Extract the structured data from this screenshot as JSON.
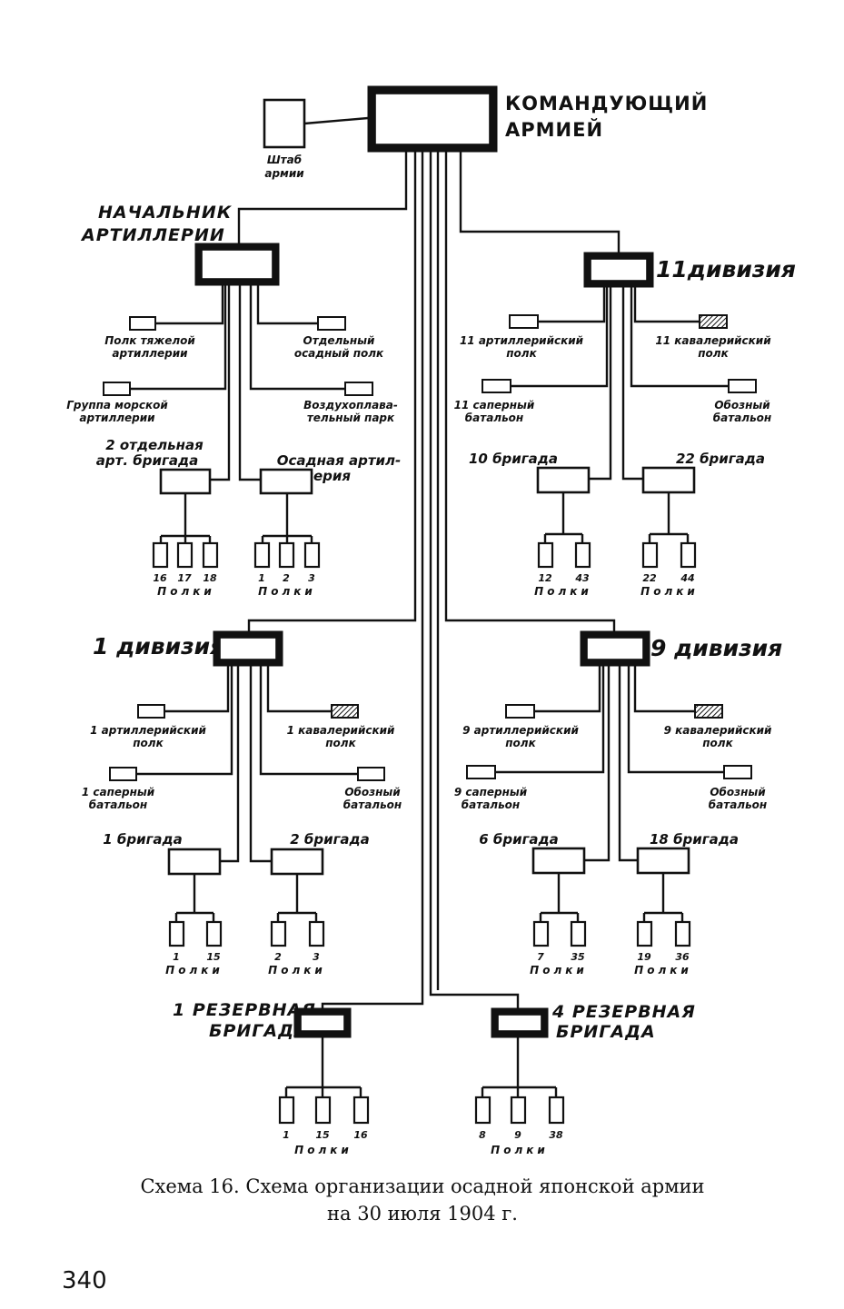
{
  "diagram": {
    "commander": [
      "КОМАНДУЮЩИЙ",
      "АРМИЕЙ"
    ],
    "staff": [
      "Штаб",
      "армии"
    ],
    "artillery_chief": [
      "НАЧАЛЬНИК",
      "АРТИЛЛЕРИИ"
    ],
    "art_units": {
      "heavy": [
        "Полк тяжелой",
        "артиллерии"
      ],
      "siege_regiment": [
        "Отдельный",
        "осадный полк"
      ],
      "naval": [
        "Группа морской",
        "артиллерии"
      ],
      "balloon": [
        "Воздухоплава-",
        "тельный парк"
      ],
      "brigade2": [
        "2 отдельная",
        "арт. бригада"
      ],
      "siege_art": [
        "Осадная артил-",
        "лерия"
      ],
      "brigade2_regs": [
        "16",
        "17",
        "18"
      ],
      "siege_art_regs": [
        "1",
        "2",
        "3"
      ],
      "polki": "Полки"
    },
    "div11": {
      "title": "11дивизия",
      "art": [
        "11 артиллерийский",
        "полк"
      ],
      "cav": [
        "11 кавалерийский",
        "полк"
      ],
      "sap": [
        "11 саперный",
        "батальон"
      ],
      "obo": [
        "Обозный",
        "батальон"
      ],
      "brig_a": "10 бригада",
      "brig_b": "22 бригада",
      "regs_a": [
        "12",
        "43"
      ],
      "regs_b": [
        "22",
        "44"
      ],
      "polki": "Полки"
    },
    "div1": {
      "title": "1 дивизия",
      "art": [
        "1 артиллерийский",
        "полк"
      ],
      "cav": [
        "1 кавалерийский",
        "полк"
      ],
      "sap": [
        "1 саперный",
        "батальон"
      ],
      "obo": [
        "Обозный",
        "батальон"
      ],
      "brig_a": "1 бригада",
      "brig_b": "2 бригада",
      "regs_a": [
        "1",
        "15"
      ],
      "regs_b": [
        "2",
        "3"
      ],
      "polki": "Полки"
    },
    "div9": {
      "title": "9 дивизия",
      "art": [
        "9 артиллерийский",
        "полк"
      ],
      "cav": [
        "9 кавалерийский",
        "полк"
      ],
      "sap": [
        "9 саперный",
        "батальон"
      ],
      "obo": [
        "Обозный",
        "батальон"
      ],
      "brig_a": "6 бригада",
      "brig_b": "18 бригада",
      "regs_a": [
        "7",
        "35"
      ],
      "regs_b": [
        "19",
        "36"
      ],
      "polki": "Полки"
    },
    "res1": {
      "title": [
        "1 РЕЗЕРВНАЯ",
        "БРИГАДА"
      ],
      "regs": [
        "1",
        "15",
        "16"
      ],
      "polki": "Полки"
    },
    "res4": {
      "title": [
        "4 РЕЗЕРВНАЯ",
        "БРИГАДА"
      ],
      "regs": [
        "8",
        "9",
        "38"
      ],
      "polki": "Полки"
    }
  },
  "caption": [
    "Схема 16. Схема организации осадной японской армии",
    "на 30 июля 1904 г."
  ],
  "page_number": "340"
}
